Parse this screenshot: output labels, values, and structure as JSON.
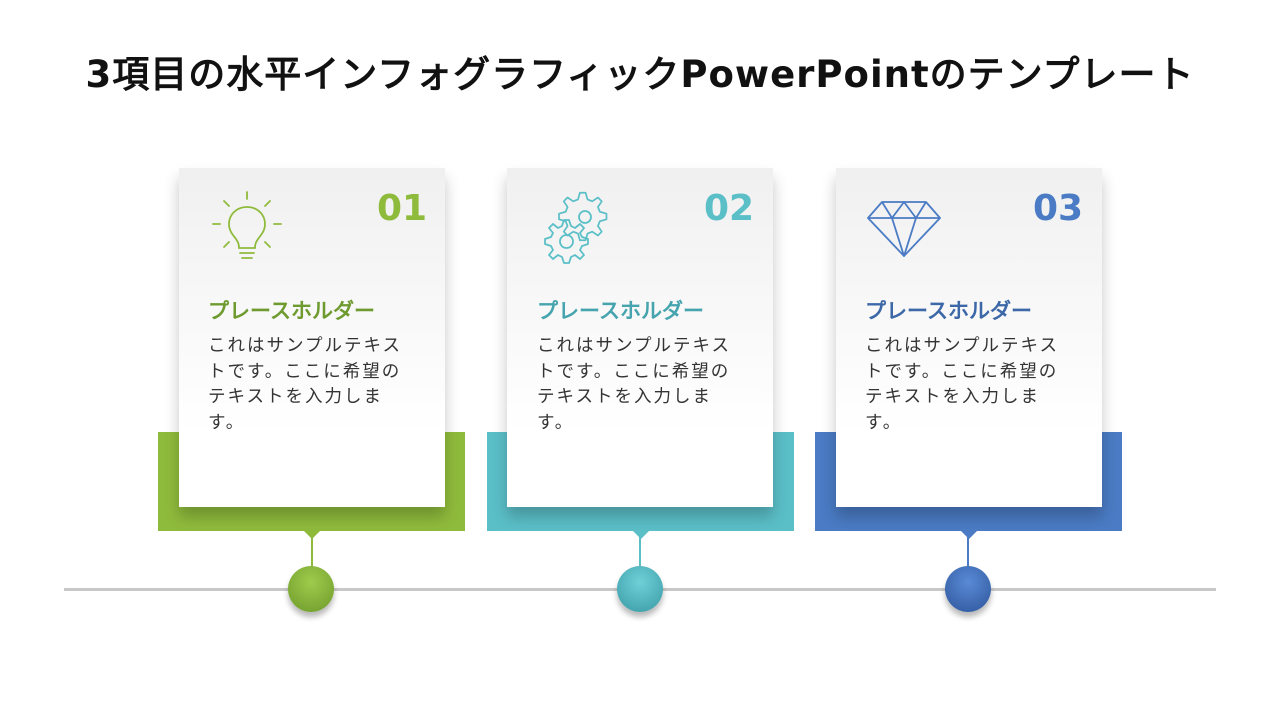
{
  "title": "3項目の水平インフォグラフィックPowerPointのテンプレート",
  "items": [
    {
      "number": "01",
      "heading": "プレースホルダー",
      "text": "これはサンプルテキストです。ここに希望のテキストを入力します。",
      "icon": "lightbulb-icon",
      "color": "#8fbb3c",
      "heading_color": "#6e9a2f"
    },
    {
      "number": "02",
      "heading": "プレースホルダー",
      "text": "これはサンプルテキストです。ここに希望のテキストを入力します。",
      "icon": "gears-icon",
      "color": "#5bbfc8",
      "heading_color": "#46a4ae"
    },
    {
      "number": "03",
      "heading": "プレースホルダー",
      "text": "これはサンプルテキストです。ここに希望のテキストを入力します。",
      "icon": "diamond-icon",
      "color": "#4a7bc4",
      "heading_color": "#3d68a8"
    }
  ]
}
